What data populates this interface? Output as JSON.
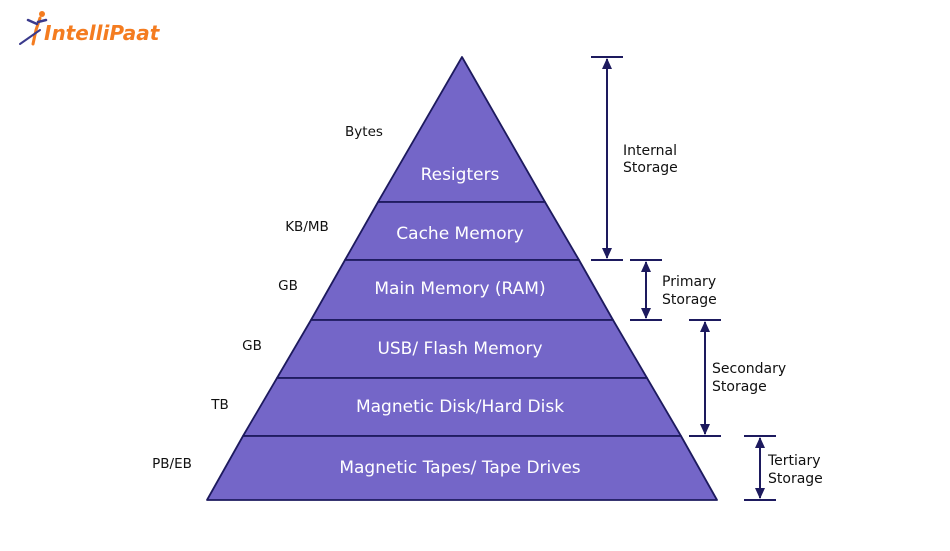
{
  "logo": {
    "text": "IntelliPaat",
    "color": "#f47c20"
  },
  "pyramid": {
    "fill": "#7466c8",
    "stroke": "#1d1a5e",
    "layers": [
      {
        "label": "Resigters",
        "capacity": "Bytes"
      },
      {
        "label": "Cache Memory",
        "capacity": "KB/MB"
      },
      {
        "label": "Main Memory (RAM)",
        "capacity": "GB"
      },
      {
        "label": "USB/ Flash Memory",
        "capacity": "GB"
      },
      {
        "label": "Magnetic Disk/Hard Disk",
        "capacity": "TB"
      },
      {
        "label": "Magnetic Tapes/ Tape Drives",
        "capacity": "PB/EB"
      }
    ]
  },
  "ranges": [
    {
      "line1": "Internal",
      "line2": "Storage"
    },
    {
      "line1": "Primary",
      "line2": "Storage"
    },
    {
      "line1": "Secondary",
      "line2": "Storage"
    },
    {
      "line1": "Tertiary",
      "line2": "Storage"
    }
  ],
  "arrow_color": "#1d1a5e"
}
